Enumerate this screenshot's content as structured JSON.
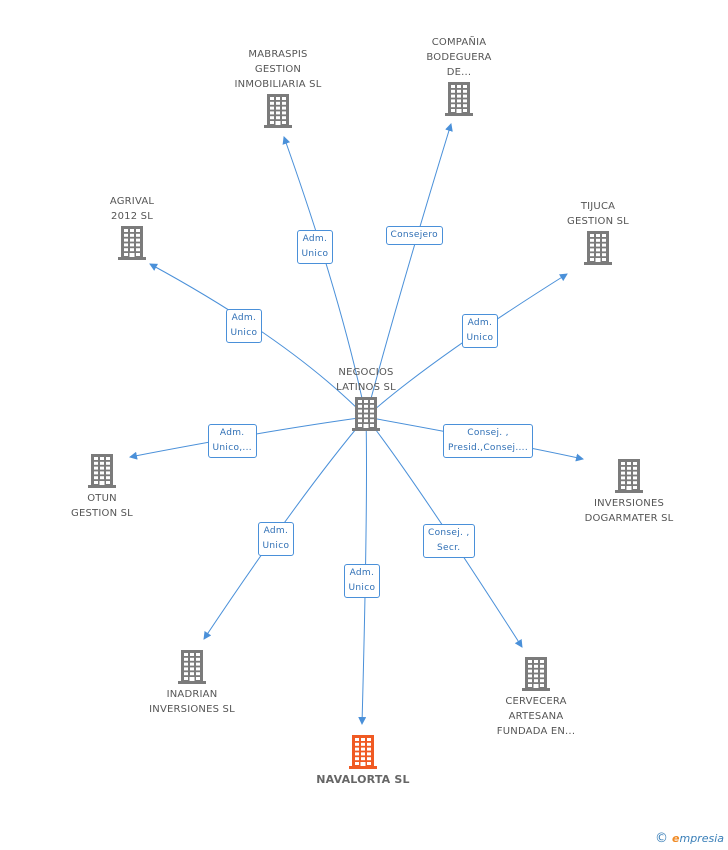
{
  "colors": {
    "edge": "#4a90d9",
    "building": "#7b7b7b",
    "highlight": "#f05a23"
  },
  "center": {
    "label": "NEGOCIOS\nLATINOS SL"
  },
  "companies": [
    {
      "id": "mabraspis",
      "label": "MABRASPIS\nGESTION\nINMOBILIARIA SL"
    },
    {
      "id": "compania",
      "label": "COMPAÑIA\nBODEGUERA\nDE..."
    },
    {
      "id": "agrival",
      "label": "AGRIVAL\n2012 SL"
    },
    {
      "id": "tijuca",
      "label": "TIJUCA\nGESTION SL"
    },
    {
      "id": "otun",
      "label": "OTUN\nGESTION SL"
    },
    {
      "id": "inversiones-dogarmater",
      "label": "INVERSIONES\nDOGARMATER SL"
    },
    {
      "id": "inadrian",
      "label": "INADRIAN\nINVERSIONES SL"
    },
    {
      "id": "navalorta",
      "label": "NAVALORTA SL",
      "highlight": true
    },
    {
      "id": "cervecera",
      "label": "CERVECERA\nARTESANA\nFUNDADA EN..."
    }
  ],
  "relations": [
    {
      "target": "mabraspis",
      "label": "Adm.\nUnico"
    },
    {
      "target": "compania",
      "label": "Consejero"
    },
    {
      "target": "agrival",
      "label": "Adm.\nUnico"
    },
    {
      "target": "tijuca",
      "label": "Adm.\nUnico"
    },
    {
      "target": "otun",
      "label": "Adm.\nUnico,..."
    },
    {
      "target": "inversiones-dogarmater",
      "label": "Consej. ,\nPresid.,Consej...."
    },
    {
      "target": "inadrian",
      "label": "Adm.\nUnico"
    },
    {
      "target": "navalorta",
      "label": "Adm.\nUnico"
    },
    {
      "target": "cervecera",
      "label": "Consej. ,\nSecr."
    }
  ],
  "brand": {
    "copyright": "©",
    "initial": "e",
    "name": "mpresia"
  }
}
